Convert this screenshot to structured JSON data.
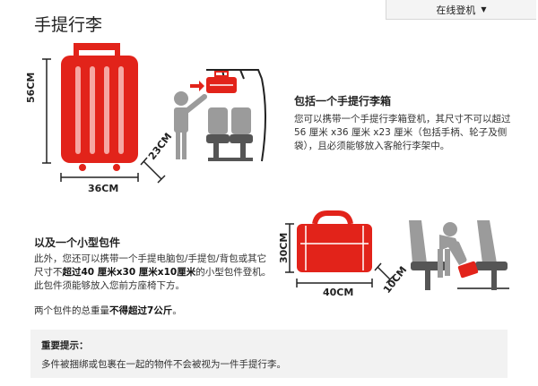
{
  "header": {
    "title": "手提行李",
    "online_checkin_label": "在线登机"
  },
  "cabin_bag": {
    "heading": "包括一个手提行李箱",
    "desc_1": "您可以携带一个手提行李箱登机，其尺寸不可以超过",
    "desc_2": "56 厘米 x36 厘米 x23 厘米（包括手柄、轮子及侧",
    "desc_3": "袋），且必须能够放入客舱行李架中。",
    "dim_height": "56CM",
    "dim_width": "36CM",
    "dim_depth": "23CM"
  },
  "small_item": {
    "heading": "以及一个小型包件",
    "line_1": "此外，您还可以携带一个手提电脑包/手提包/背包或其它",
    "line_2_pre": "尺寸不",
    "line_2_bold": "超过40 厘米x30 厘米x10厘米",
    "line_2_post": "的小型包件登机。",
    "line_3": "此包件须能够放入您前方座椅下方。",
    "dim_height": "30CM",
    "dim_width": "40CM",
    "dim_depth": "10CM"
  },
  "total_weight": {
    "pre": "两个包件的总重量",
    "bold": "不得超过7公斤",
    "post": "。"
  },
  "notice": {
    "title": "重要提示：",
    "body": "多件被捆绑或包裹在一起的物件不会被视为一件手提行李。"
  },
  "colors": {
    "accent_red": "#e2231a",
    "figure_gray": "#9b9b9b",
    "seat_dark": "#555555"
  }
}
